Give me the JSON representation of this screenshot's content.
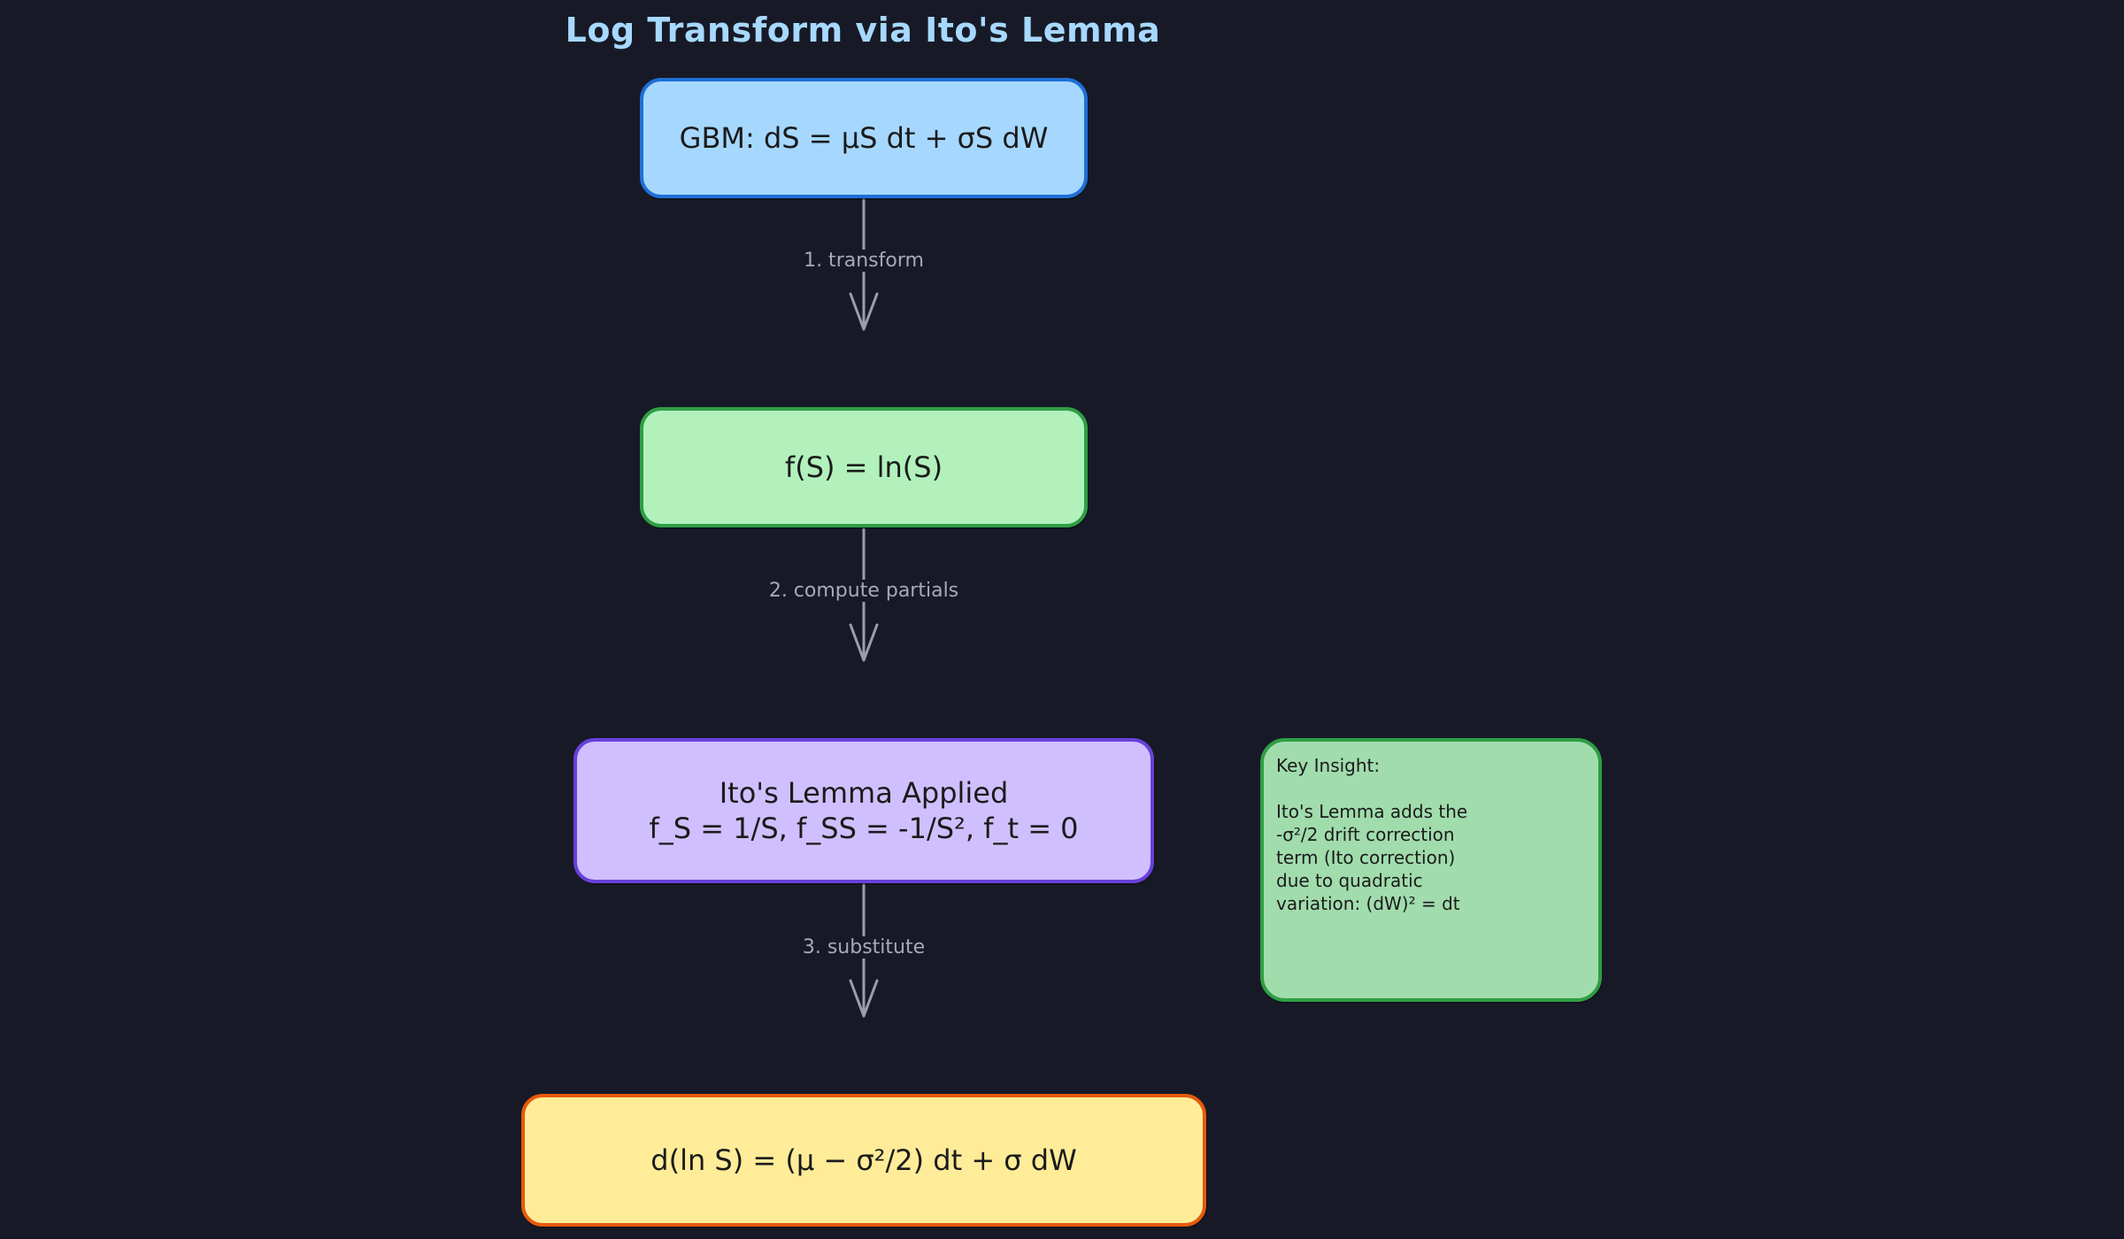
{
  "title": "Log Transform via Ito's Lemma",
  "nodes": {
    "gbm": {
      "text": "GBM: dS = μS dt + σS dW",
      "fill": "#a6d8ff",
      "stroke": "#1f6fd6"
    },
    "log_function": {
      "text": "f(S) = ln(S)",
      "fill": "#b2f1bc",
      "stroke": "#2f9e44"
    },
    "ito_applied": {
      "line1": "Ito's Lemma Applied",
      "line2": "f_S = 1/S,  f_SS = -1/S²,  f_t = 0",
      "fill": "#d0bfff",
      "stroke": "#6741d9"
    },
    "result": {
      "text": "d(ln S) = (μ − σ²/2) dt + σ dW",
      "fill": "#ffec99",
      "stroke": "#e8590c"
    }
  },
  "edges": [
    {
      "from": "gbm",
      "to": "log_function",
      "label": "1. transform"
    },
    {
      "from": "log_function",
      "to": "ito_applied",
      "label": "2. compute partials"
    },
    {
      "from": "ito_applied",
      "to": "result",
      "label": "3. substitute"
    }
  ],
  "note": {
    "heading": "Key Insight:",
    "lines": [
      "Ito's Lemma adds the",
      "-σ²/2 drift correction",
      "term (Ito correction)",
      "due to quadratic",
      "variation: (dW)² = dt"
    ],
    "fill": "#a1dcad",
    "stroke": "#2f9e44"
  },
  "colors": {
    "background": "#171a26",
    "title": "#a7d8ff",
    "connector": "#9a9eac",
    "edge_label": "#a5a9b8"
  }
}
